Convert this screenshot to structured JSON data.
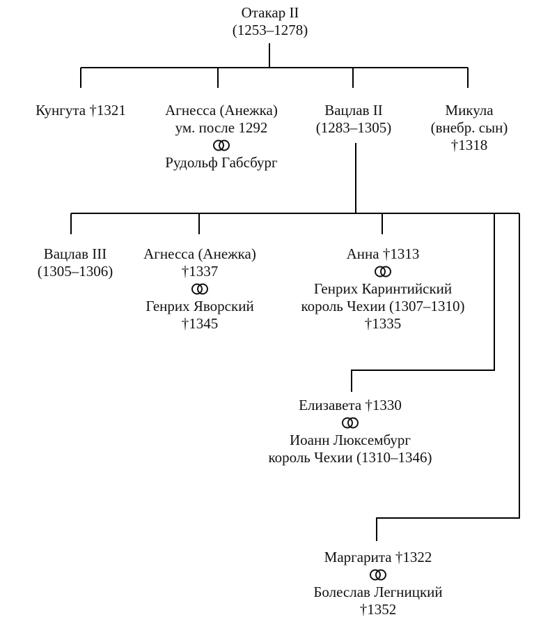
{
  "root": {
    "name": "Отакар II",
    "years": "(1253–1278)"
  },
  "children": {
    "kunguta": {
      "line1": "Кунгута †1321"
    },
    "agnessa1": {
      "line1": "Агнесса (Анежка)",
      "line2": "ум. после 1292",
      "spouse": "Рудольф Габсбург"
    },
    "vaclav2": {
      "line1": "Вацлав II",
      "line2": "(1283–1305)"
    },
    "mikula": {
      "line1": "Микула",
      "line2": "(внебр. сын)",
      "line3": "†1318"
    }
  },
  "grandchildren": {
    "vaclav3": {
      "line1": "Вацлав III",
      "line2": "(1305–1306)"
    },
    "agnessa2": {
      "line1": "Агнесса (Анежка)",
      "line2": "†1337",
      "spouse1": "Генрих Яворский",
      "spouse2": "†1345"
    },
    "anna": {
      "line1": "Анна †1313",
      "spouse1": "Генрих Каринтийский",
      "spouse2": "король Чехии (1307–1310)",
      "spouse3": "†1335"
    },
    "elizaveta": {
      "line1": "Елизавета †1330",
      "spouse1": "Иоанн Люксембург",
      "spouse2": "король Чехии (1310–1346)"
    },
    "margarita": {
      "line1": "Маргарита †1322",
      "spouse1": "Болеслав Легницкий",
      "spouse2": "†1352"
    }
  },
  "marriage_icon": "interlocked-rings-icon"
}
